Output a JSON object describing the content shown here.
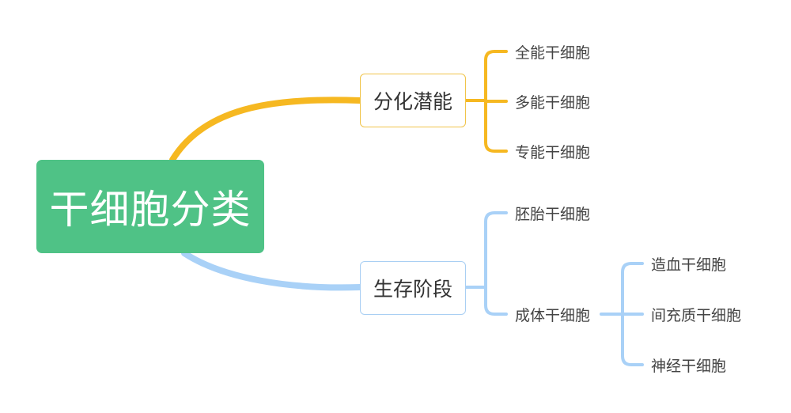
{
  "root": {
    "label": "干细胞分类"
  },
  "branches": {
    "potency": {
      "label": "分化潜能",
      "color": "#f6b821",
      "children": {
        "totipotent": "全能干细胞",
        "pluripotent": "多能干细胞",
        "unipotent": "专能干细胞"
      }
    },
    "stage": {
      "label": "生存阶段",
      "color": "#a9d1f7",
      "children": {
        "embryonic": "胚胎干细胞",
        "adult": {
          "label": "成体干细胞",
          "children": {
            "hematopoietic": "造血干细胞",
            "mesenchymal": "间充质干细胞",
            "neural": "神经干细胞"
          }
        }
      }
    }
  },
  "colors": {
    "root_fill": "#4fc286",
    "potency_border": "#f0c44a",
    "stage_border": "#a9cff3"
  }
}
